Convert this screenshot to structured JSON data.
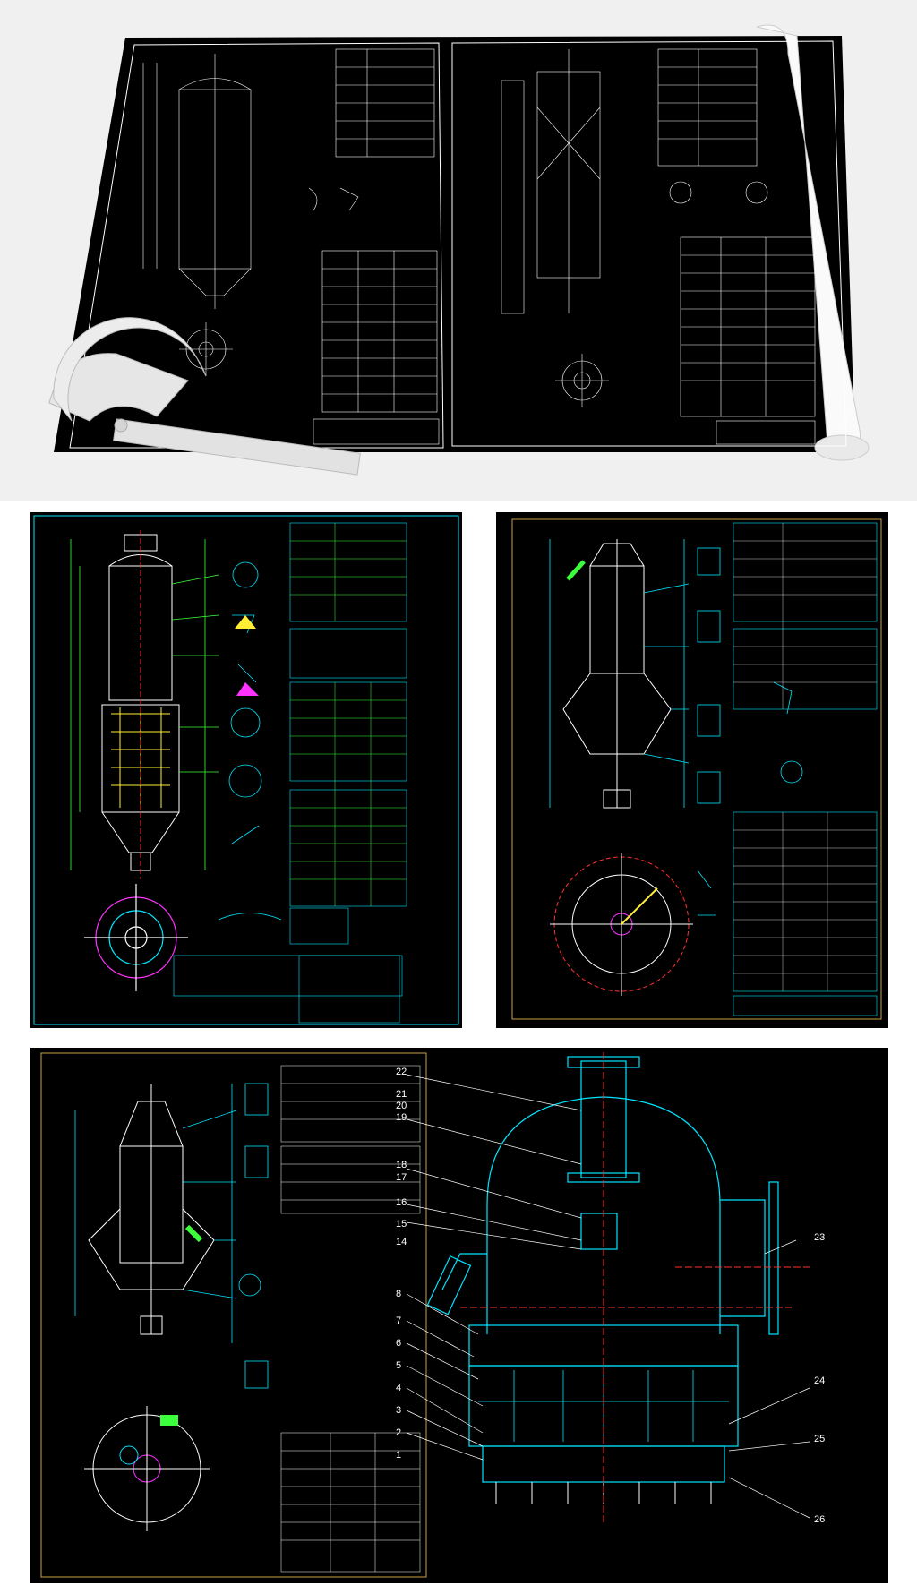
{
  "sections": {
    "top": {
      "name": "blueprint-roll-with-protractor"
    },
    "middle": {
      "name": "color-cad-vessel-drawings"
    },
    "bottom": {
      "name": "cad-vessel-detail-drawings"
    }
  },
  "callouts": {
    "bottom_right": [
      "22",
      "21",
      "20",
      "19",
      "18",
      "17",
      "16",
      "15",
      "14",
      "8",
      "7",
      "6",
      "5",
      "4",
      "3",
      "2",
      "1",
      "23",
      "24",
      "25",
      "26"
    ]
  },
  "colors": {
    "sheet_bg": "#000000",
    "line_white": "#ffffff",
    "line_cyan": "#00e5ff",
    "line_green": "#3cff3c",
    "line_yellow": "#ffee33",
    "line_magenta": "#ff33ff",
    "line_red": "#ff3030",
    "frame_gold": "#c8a040"
  }
}
